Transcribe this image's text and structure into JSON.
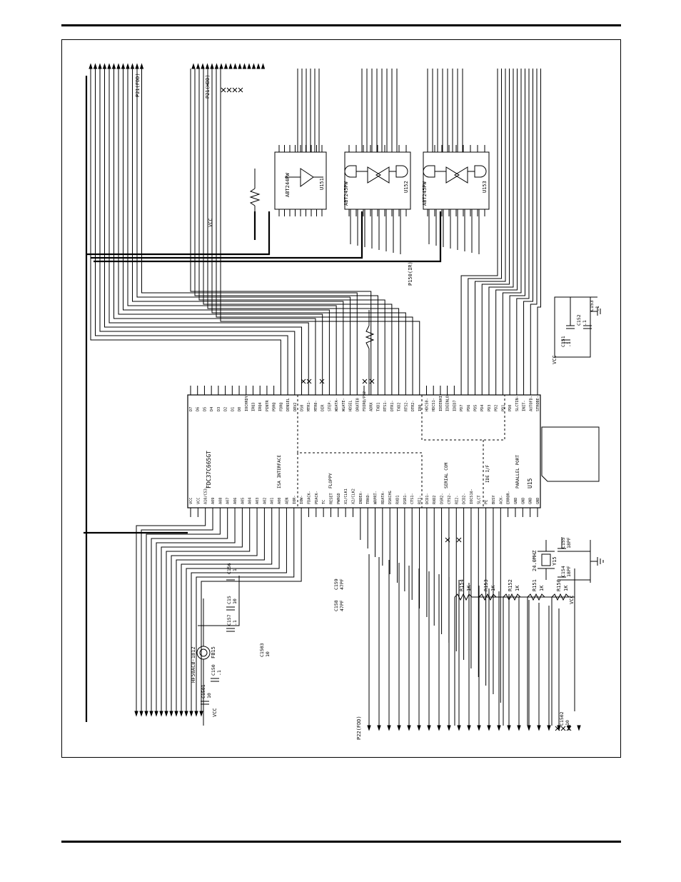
{
  "schematic": {
    "components": {
      "u15": {
        "name": "U15",
        "part": "FDC37C665GT",
        "sections": [
          "ISA INTERFACE",
          "FLOPPY",
          "SERIAL COM",
          "IDE I/F",
          "PARALLEL PORT"
        ],
        "left_pins": [
          "VCC",
          "VCC",
          "A10/CS3-",
          "A09",
          "A08",
          "A07",
          "A06",
          "A05",
          "A04",
          "A03",
          "A02",
          "A01",
          "A00",
          "AEN",
          "IOR-",
          "IOW-",
          "FDACK-",
          "PDACK-",
          "TC",
          "RESET",
          "PWRGD",
          "X1/CLK1",
          "X2/CLK2",
          "INDEX-",
          "TRKO-",
          "WRPRT-",
          "RDATA-",
          "DSKCHG",
          "RXD1",
          "DSR1-",
          "CTS1-",
          "RI1-",
          "DCD1-",
          "RXD2",
          "DSR2-",
          "CTS2-",
          "RI2-",
          "DCD2-",
          "IOCS16-",
          "SLCT",
          "PE",
          "BUSY",
          "ACK-",
          "ERROR-",
          "GND",
          "GND",
          "GND",
          "GND"
        ],
        "right_pins": [
          "D7",
          "D6",
          "D5",
          "D4",
          "D3",
          "D2",
          "D1",
          "D0",
          "IOCHRDY",
          "IRQ3",
          "IRQ4",
          "PINTR",
          "PDRQ",
          "FDRQ",
          "DENSEL",
          "DRV2",
          "DS0",
          "MTR1-",
          "MTR0-",
          "DIR",
          "STEP-",
          "WDATA-",
          "WGATE-",
          "HDSEL",
          "DRATE0",
          "FDIRQ/PS2",
          "ADRX",
          "TXD1",
          "RTS1-",
          "DTR1-",
          "TXD2",
          "RTS2-",
          "DTR2-",
          "IRQ",
          "HDCS0-",
          "HDCS1-",
          "IDEENHI-",
          "IDEENLO-",
          "IDED7",
          "PD7",
          "PD6",
          "PD5",
          "PD4",
          "PD3",
          "PD2",
          "PD1",
          "PD0",
          "SLCTIN-",
          "INIT-",
          "AUTOFD-",
          "STROBE-"
        ]
      },
      "u151": {
        "name": "U151",
        "part": "ABT244PW"
      },
      "u152": {
        "name": "U152",
        "part": "ABT245PW"
      },
      "u153": {
        "name": "U153",
        "part": "ABT245PW"
      },
      "y15": {
        "name": "Y15",
        "value": "24.0MHZ"
      },
      "fb15": {
        "name": "FB15",
        "part": "HF50ACB-1812"
      },
      "resistors": [
        {
          "name": "R150",
          "value": "1K"
        },
        {
          "name": "R151",
          "value": "1K"
        },
        {
          "name": "R152",
          "value": "1K"
        },
        {
          "name": "R153",
          "value": "1K"
        },
        {
          "name": "R154",
          "value": "1K"
        }
      ],
      "capacitors": [
        {
          "name": "C150",
          "value": ".1"
        },
        {
          "name": "C1501",
          "value": "10"
        },
        {
          "name": "C157",
          "value": ".1"
        },
        {
          "name": "C15",
          "value": "10"
        },
        {
          "name": "C156",
          "value": ".1"
        },
        {
          "name": "C158",
          "value": "47PF"
        },
        {
          "name": "C159",
          "value": "47PF"
        },
        {
          "name": "C155",
          "value": "18PF"
        },
        {
          "name": "C154",
          "value": "18PF"
        },
        {
          "name": "C151",
          "value": ".1"
        },
        {
          "name": "C152",
          "value": ".1"
        },
        {
          "name": "C153",
          "value": ".1"
        },
        {
          "name": "C1503",
          "value": "10"
        },
        {
          "name": "C1502",
          "value": "10"
        }
      ]
    },
    "connectors": {
      "p21": "P21(FDD)",
      "p21_hdd": "P21(HDD)",
      "p22": "P22(FDD)",
      "p150": "P150(IR)"
    },
    "labels": {
      "vcc": "VCC",
      "gnd": "GND"
    }
  },
  "colors": {
    "ink": "#000000",
    "paper": "#ffffff"
  }
}
